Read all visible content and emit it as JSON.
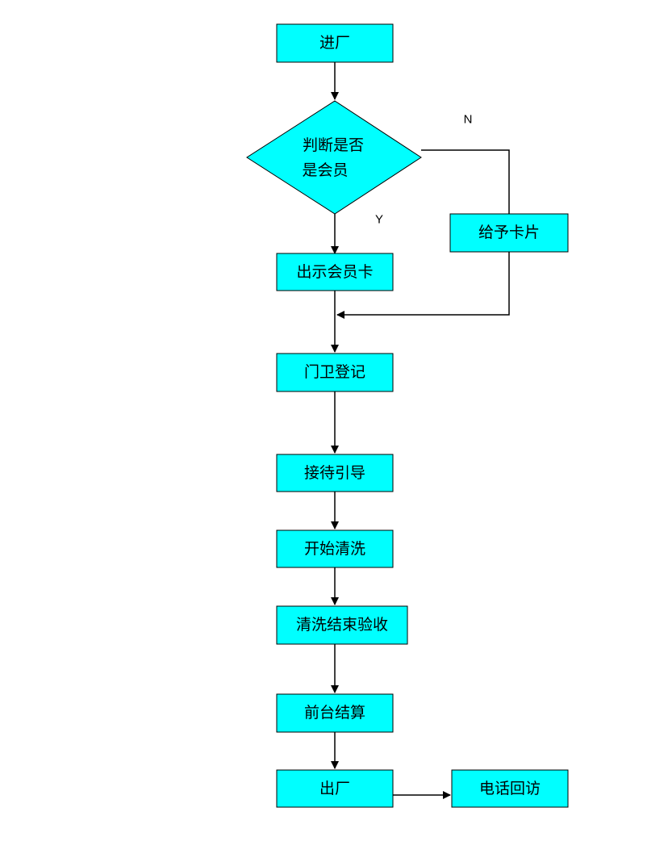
{
  "diagram": {
    "nodes": {
      "enter": "进厂",
      "decision_line1": "判断是否",
      "decision_line2": "是会员",
      "show_card": "出示会员卡",
      "give_card": "给予卡片",
      "gate_register": "门卫登记",
      "reception": "接待引导",
      "start_wash": "开始清洗",
      "wash_inspect": "清洗结束验收",
      "checkout": "前台结算",
      "exit": "出厂",
      "callback": "电话回访"
    },
    "labels": {
      "no": "N",
      "yes": "Y"
    },
    "colors": {
      "node_fill": "#00ffff",
      "stroke": "#000000",
      "background": "#ffffff"
    }
  }
}
